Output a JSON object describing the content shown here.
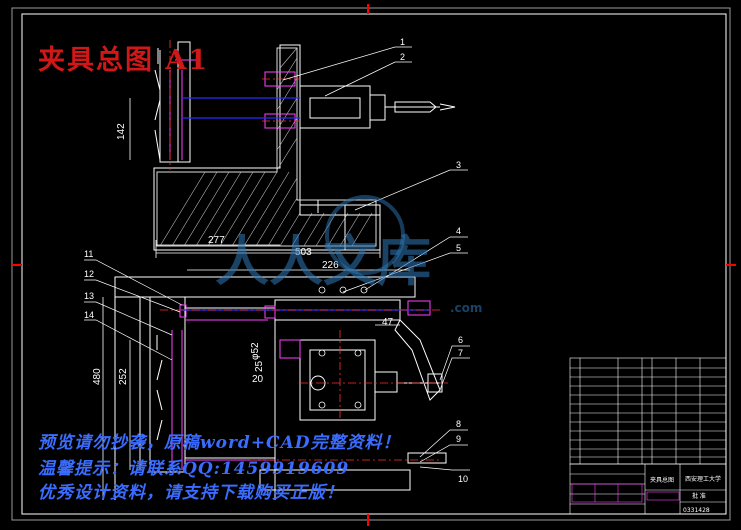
{
  "title_overlay": "夹具总图 A1",
  "promo_lines": [
    "预览请勿抄袭，原稿word+CAD完整资料！",
    "温馨提示：请联系QQ:1459919609",
    "优秀设计资料，请支持下载购买正版！"
  ],
  "watermark": {
    "main": "人人文库",
    "sub": ".com"
  },
  "dimensions": {
    "d142": "142",
    "d277": "277",
    "d503": "503",
    "d226": "226",
    "d47": "47",
    "d480": "480",
    "d252": "252",
    "d20": "20",
    "d25": "25",
    "d52": "φ52"
  },
  "part_tags": [
    "1",
    "2",
    "3",
    "4",
    "5",
    "6",
    "7",
    "8",
    "9",
    "10",
    "11",
    "12",
    "13",
    "14"
  ],
  "title_block": {
    "school": "西安理工大学",
    "drawing_name": "夹具总图",
    "code": "0331428",
    "approve": "批 准"
  },
  "colors": {
    "line": "#ffffff",
    "accent": "#d01818",
    "section": "#ff3fff",
    "blue": "#2a2aff",
    "cyan": "#00c8ff",
    "yellow": "#ffff00",
    "promo": "#3a6cff"
  }
}
